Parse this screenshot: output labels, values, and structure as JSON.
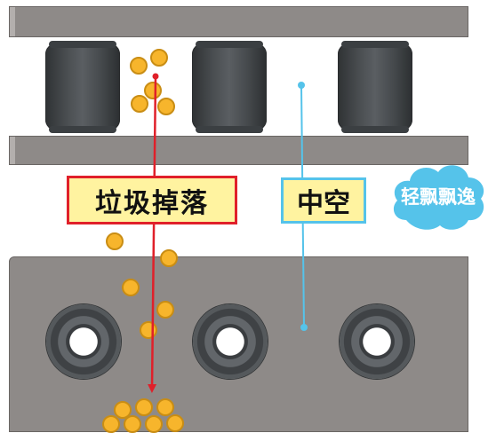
{
  "labels": {
    "garbage_falling": "垃圾掉落",
    "hollow": "中空",
    "light_floating": "轻飘飘逸"
  },
  "colors": {
    "rail": "#8e8a88",
    "roller": "#4b4f52",
    "debris_ball": "#f7b52c",
    "arrow_red": "#e0202a",
    "pointer_blue": "#55c3ea",
    "label_fill": "#fff3a0",
    "cloud": "#55c3ea"
  }
}
